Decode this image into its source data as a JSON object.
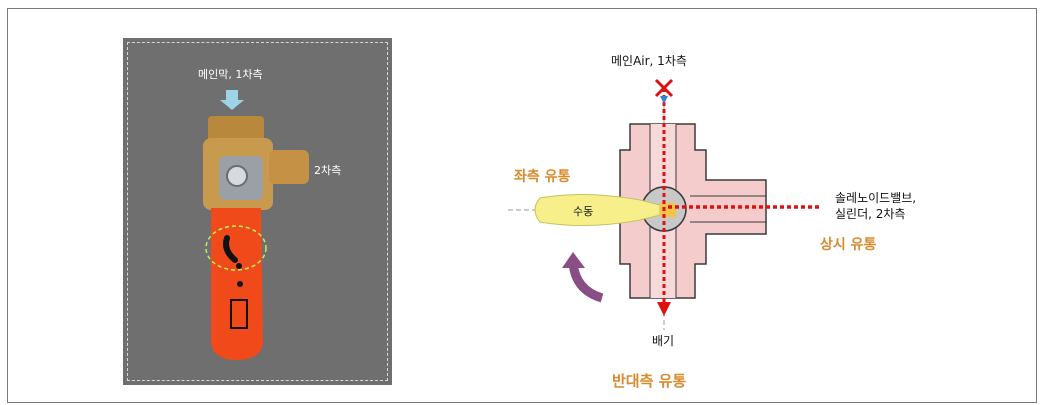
{
  "photo": {
    "inlet_label": "메인막, 1차측",
    "outlet_label": "2차측"
  },
  "diagram": {
    "top_label": "메인Air, 1차측",
    "left_flow_label": "좌측 유통",
    "manual_label": "수동",
    "right_label_line1": "솔레노이드밸브,",
    "right_label_line2": "실린더, 2차측",
    "normal_flow_label": "상시 유통",
    "exhaust_label": "배기",
    "opposite_flow_label": "반대측 유통"
  },
  "colors": {
    "flow_arrow": "#e01010",
    "body_fill": "#f4cccc",
    "handle": "#f7f08a",
    "rotate_arrow": "#8a4e86",
    "label_orange": "#d98a2c",
    "valve_handle": "#f04a1a"
  }
}
